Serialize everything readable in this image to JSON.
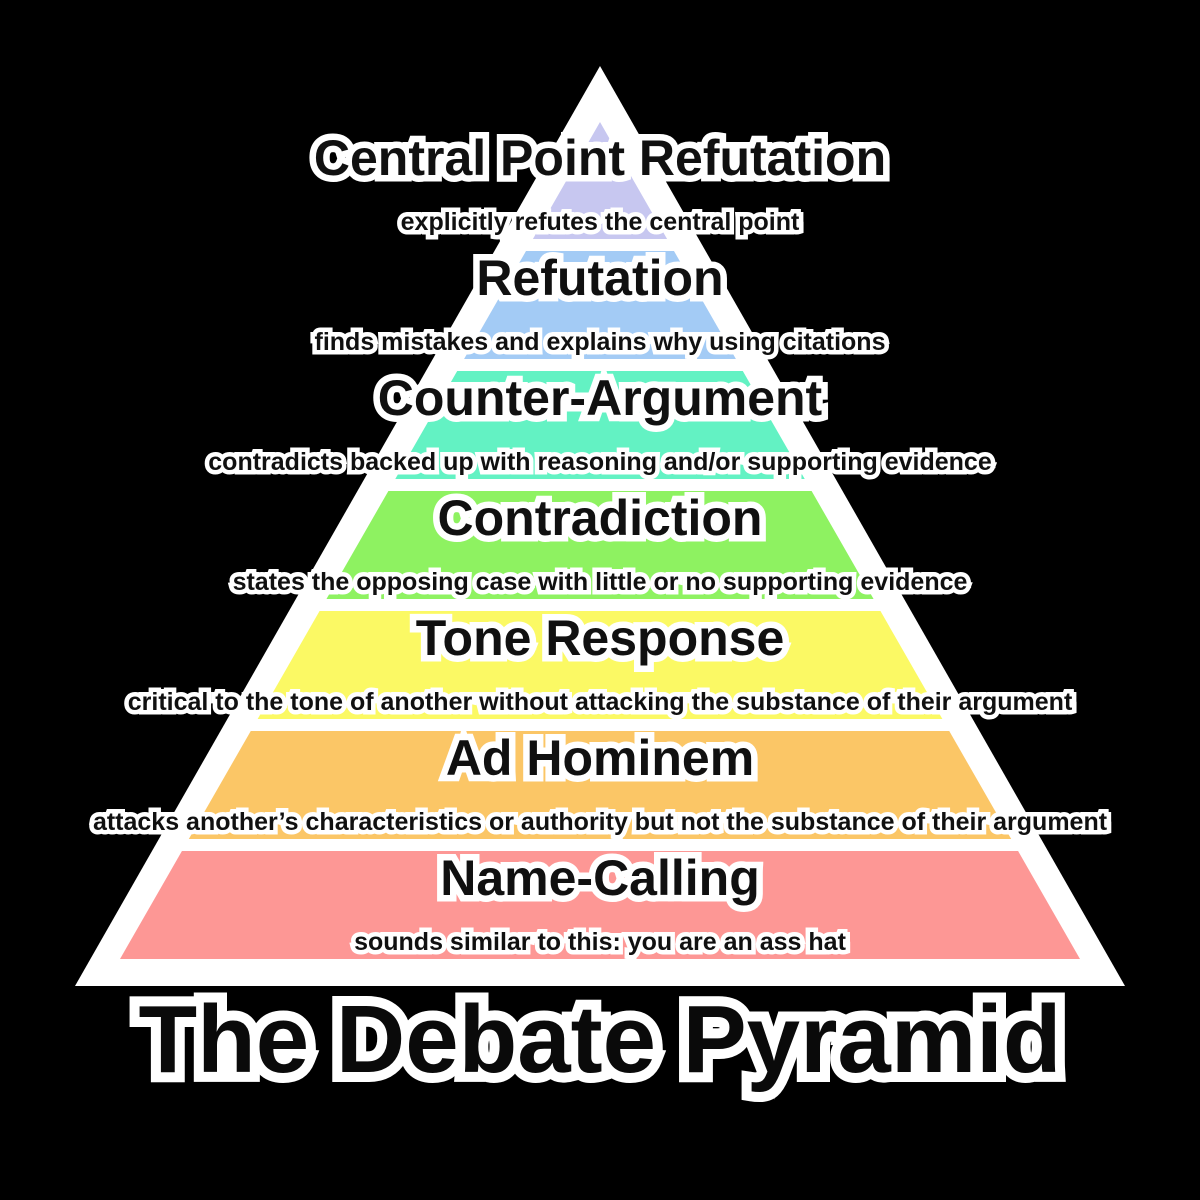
{
  "title": "The Debate Pyramid",
  "colors": {
    "background": "#000000",
    "pyramid_outline": "#ffffff",
    "text": "#101010",
    "text_outline": "#ffffff"
  },
  "levels": [
    {
      "label": "Central Point Refutation",
      "description": "explicitly refutes the central point",
      "color": "#c7c7f0"
    },
    {
      "label": "Refutation",
      "description": "finds mistakes and explains why using citations",
      "color": "#a3cbf5"
    },
    {
      "label": "Counter-Argument",
      "description": "contradicts backed up with reasoning and/or supporting evidence",
      "color": "#63f2c3"
    },
    {
      "label": "Contradiction",
      "description": "states the opposing case with little or no supporting evidence",
      "color": "#8ef261"
    },
    {
      "label": "Tone Response",
      "description": "critical to the tone of another without attacking the substance of their argument",
      "color": "#fbf964"
    },
    {
      "label": "Ad Hominem",
      "description": "attacks another’s characteristics or authority but not the substance of their argument",
      "color": "#fbc666"
    },
    {
      "label": "Name-Calling",
      "description": "sounds similar to this: you are an ass hat",
      "color": "#fd9795"
    }
  ]
}
